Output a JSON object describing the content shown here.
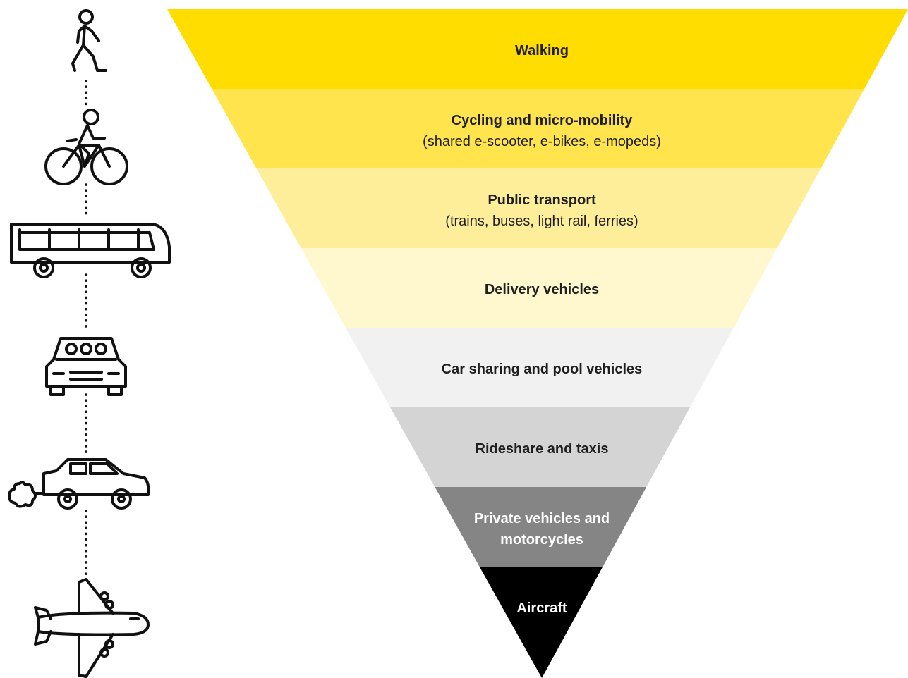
{
  "levels": [
    {
      "title": "Walking",
      "subtitle": "",
      "color": "#FFDD00",
      "text_color": "#1f1f1f"
    },
    {
      "title": "Cycling  and micro-mobility",
      "subtitle": "(shared e-scooter, e-bikes, e-mopeds)",
      "color": "#FFE44D",
      "text_color": "#1f1f1f"
    },
    {
      "title": "Public transport",
      "subtitle": "(trains, buses, light rail, ferries)",
      "color": "#FFEE99",
      "text_color": "#1f1f1f"
    },
    {
      "title": "Delivery vehicles",
      "subtitle": "",
      "color": "#FFF8CF",
      "text_color": "#1f1f1f"
    },
    {
      "title": "Car sharing and pool vehicles",
      "subtitle": "",
      "color": "#F1F1F1",
      "text_color": "#1f1f1f"
    },
    {
      "title": "Rideshare and taxis",
      "subtitle": "",
      "color": "#D4D4D4",
      "text_color": "#1f1f1f"
    },
    {
      "title": "Private vehicles and",
      "subtitle": "motorcycles",
      "color": "#858585",
      "text_color": "#ffffff"
    },
    {
      "title": "Aircraft",
      "subtitle": "",
      "color": "#000000",
      "text_color": "#ffffff"
    }
  ],
  "icons": [
    "walking-person-icon",
    "cyclist-icon",
    "bus-icon",
    "carpool-car-icon",
    "emitting-car-icon",
    "airplane-icon"
  ]
}
